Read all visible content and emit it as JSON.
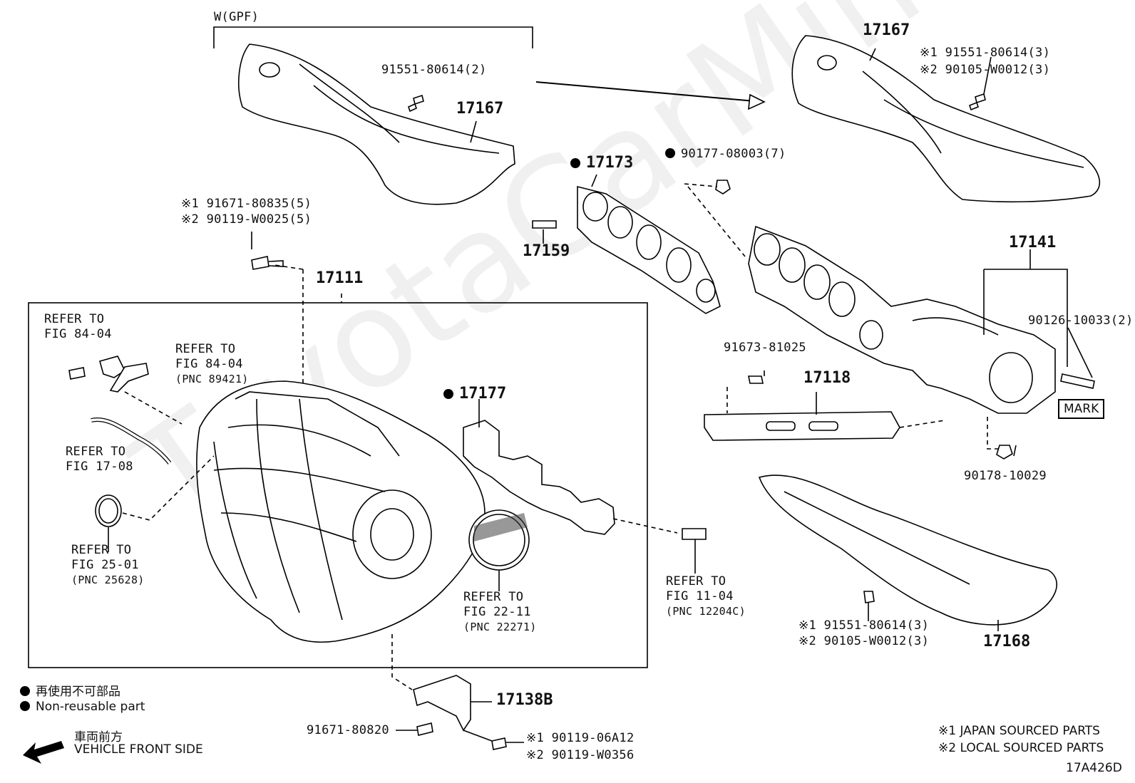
{
  "variant_label": "W(GPF)",
  "parts": {
    "p17167_top": "17167",
    "p17167_right": "17167",
    "p91551_top": "91551-80614(2)",
    "p17173": "17173",
    "p90177": "90177-08003(7)",
    "p17159": "17159",
    "p91671_a1": "※1 91671-80835(5)",
    "p91671_a2": "※2 90119-W0025(5)",
    "p17111": "17111",
    "p17141": "17141",
    "p90126": "90126-10033(2)",
    "p91673": "91673-81025",
    "p17118": "17118",
    "p17177": "17177",
    "p90178": "90178-10029",
    "p17168": "17168",
    "p17168_f1": "※1 91551-80614(3)",
    "p17168_f2": "※2 90105-W0012(3)",
    "p17167_f1": "※1 91551-80614(3)",
    "p17167_f2": "※2 90105-W0012(3)",
    "p17138B": "17138B",
    "p91671_b": "91671-80820",
    "p90119_1": "※1 90119-06A12",
    "p90119_2": "※2 90119-W0356"
  },
  "refs": {
    "r1_a": "REFER TO",
    "r1_b": "FIG 84-04",
    "r2_a": "REFER TO",
    "r2_b": "FIG 84-04",
    "r2_c": "(PNC 89421)",
    "r3_a": "REFER TO",
    "r3_b": "FIG 17-08",
    "r4_a": "REFER TO",
    "r4_b": "FIG 25-01",
    "r4_c": "(PNC 25628)",
    "r5_a": "REFER TO",
    "r5_b": "FIG 22-11",
    "r5_c": "(PNC 22271)",
    "r6_a": "REFER TO",
    "r6_b": "FIG 11-04",
    "r6_c": "(PNC 12204C)"
  },
  "mark_label": "MARK",
  "legend": {
    "jp": "再使用不可部品",
    "en": "Non-reusable part",
    "front_jp": "車両前方",
    "front_en": "VEHICLE FRONT SIDE"
  },
  "notes": {
    "n1": "※1 JAPAN SOURCED PARTS",
    "n2": "※2 LOCAL SOURCED PARTS"
  },
  "figure_code": "17A426D",
  "watermark": "ToyotaCarMine.ru"
}
